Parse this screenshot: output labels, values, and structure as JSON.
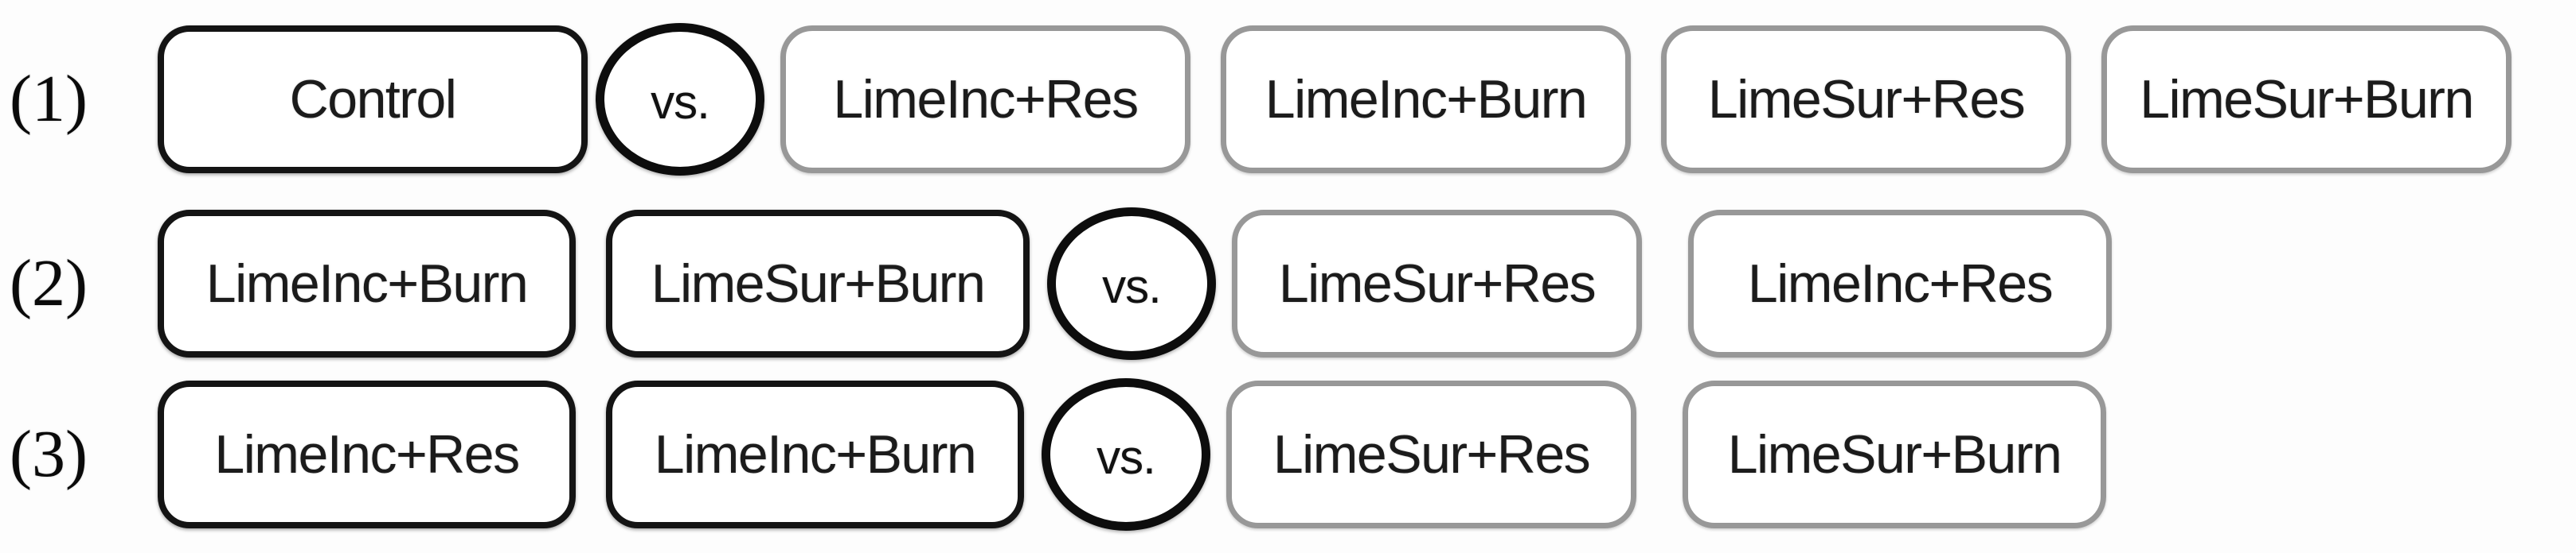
{
  "rows": [
    {
      "number": "(1)",
      "vs_label": "vs.",
      "left": [
        "Control"
      ],
      "right": [
        "LimeInc+Res",
        "LimeInc+Burn",
        "LimeSur+Res",
        "LimeSur+Burn"
      ]
    },
    {
      "number": "(2)",
      "vs_label": "vs.",
      "left": [
        "LimeInc+Burn",
        "LimeSur+Burn"
      ],
      "right": [
        "LimeSur+Res",
        "LimeInc+Res"
      ]
    },
    {
      "number": "(3)",
      "vs_label": "vs.",
      "left": [
        "LimeInc+Res",
        "LimeInc+Burn"
      ],
      "right": [
        "LimeSur+Res",
        "LimeSur+Burn"
      ]
    }
  ],
  "colors": {
    "left_group_border": "#141414",
    "right_group_border": "#989898",
    "vs_circle_border": "#0d0d0d",
    "text": "#1b1b1b",
    "background": "#fdfdfd"
  }
}
